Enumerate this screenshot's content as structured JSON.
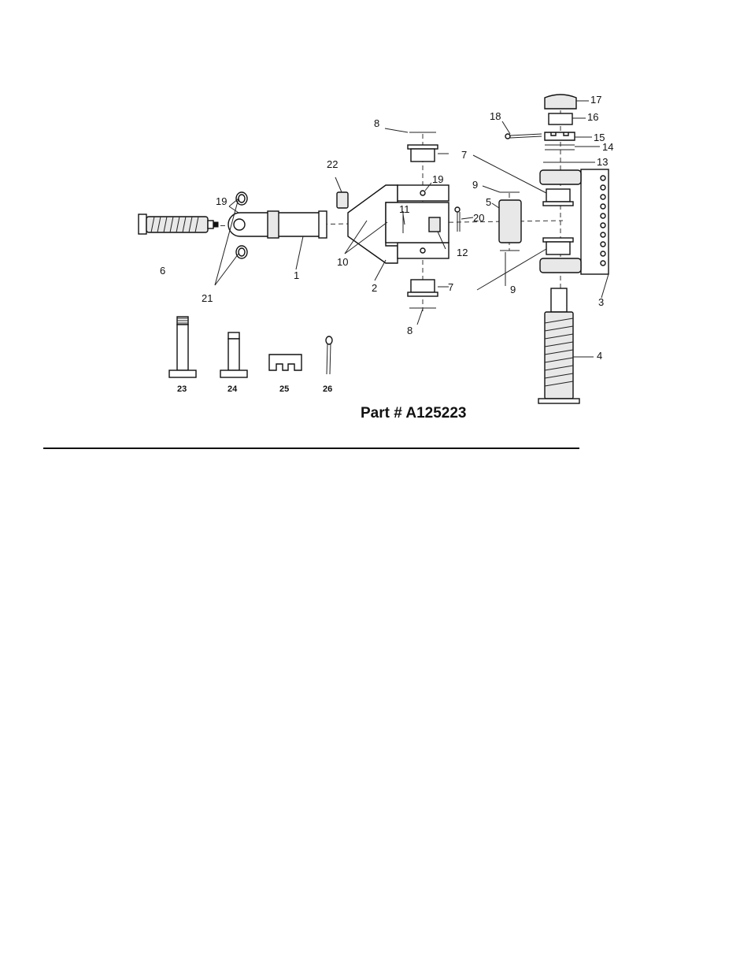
{
  "diagram": {
    "title": "Part # A125223",
    "labels": {
      "l1": "1",
      "l2": "2",
      "l3": "3",
      "l4": "4",
      "l5": "5",
      "l6": "6",
      "l7a": "7",
      "l7b": "7",
      "l8a": "8",
      "l8b": "8",
      "l9a": "9",
      "l9b": "9",
      "l10": "10",
      "l11": "11",
      "l12": "12",
      "l13": "13",
      "l14": "14",
      "l15": "15",
      "l16": "16",
      "l17": "17",
      "l18": "18",
      "l19a": "19",
      "l19b": "19",
      "l20": "20",
      "l21": "21",
      "l22": "22",
      "l23": "23",
      "l24": "24",
      "l25": "25",
      "l26": "26"
    }
  }
}
